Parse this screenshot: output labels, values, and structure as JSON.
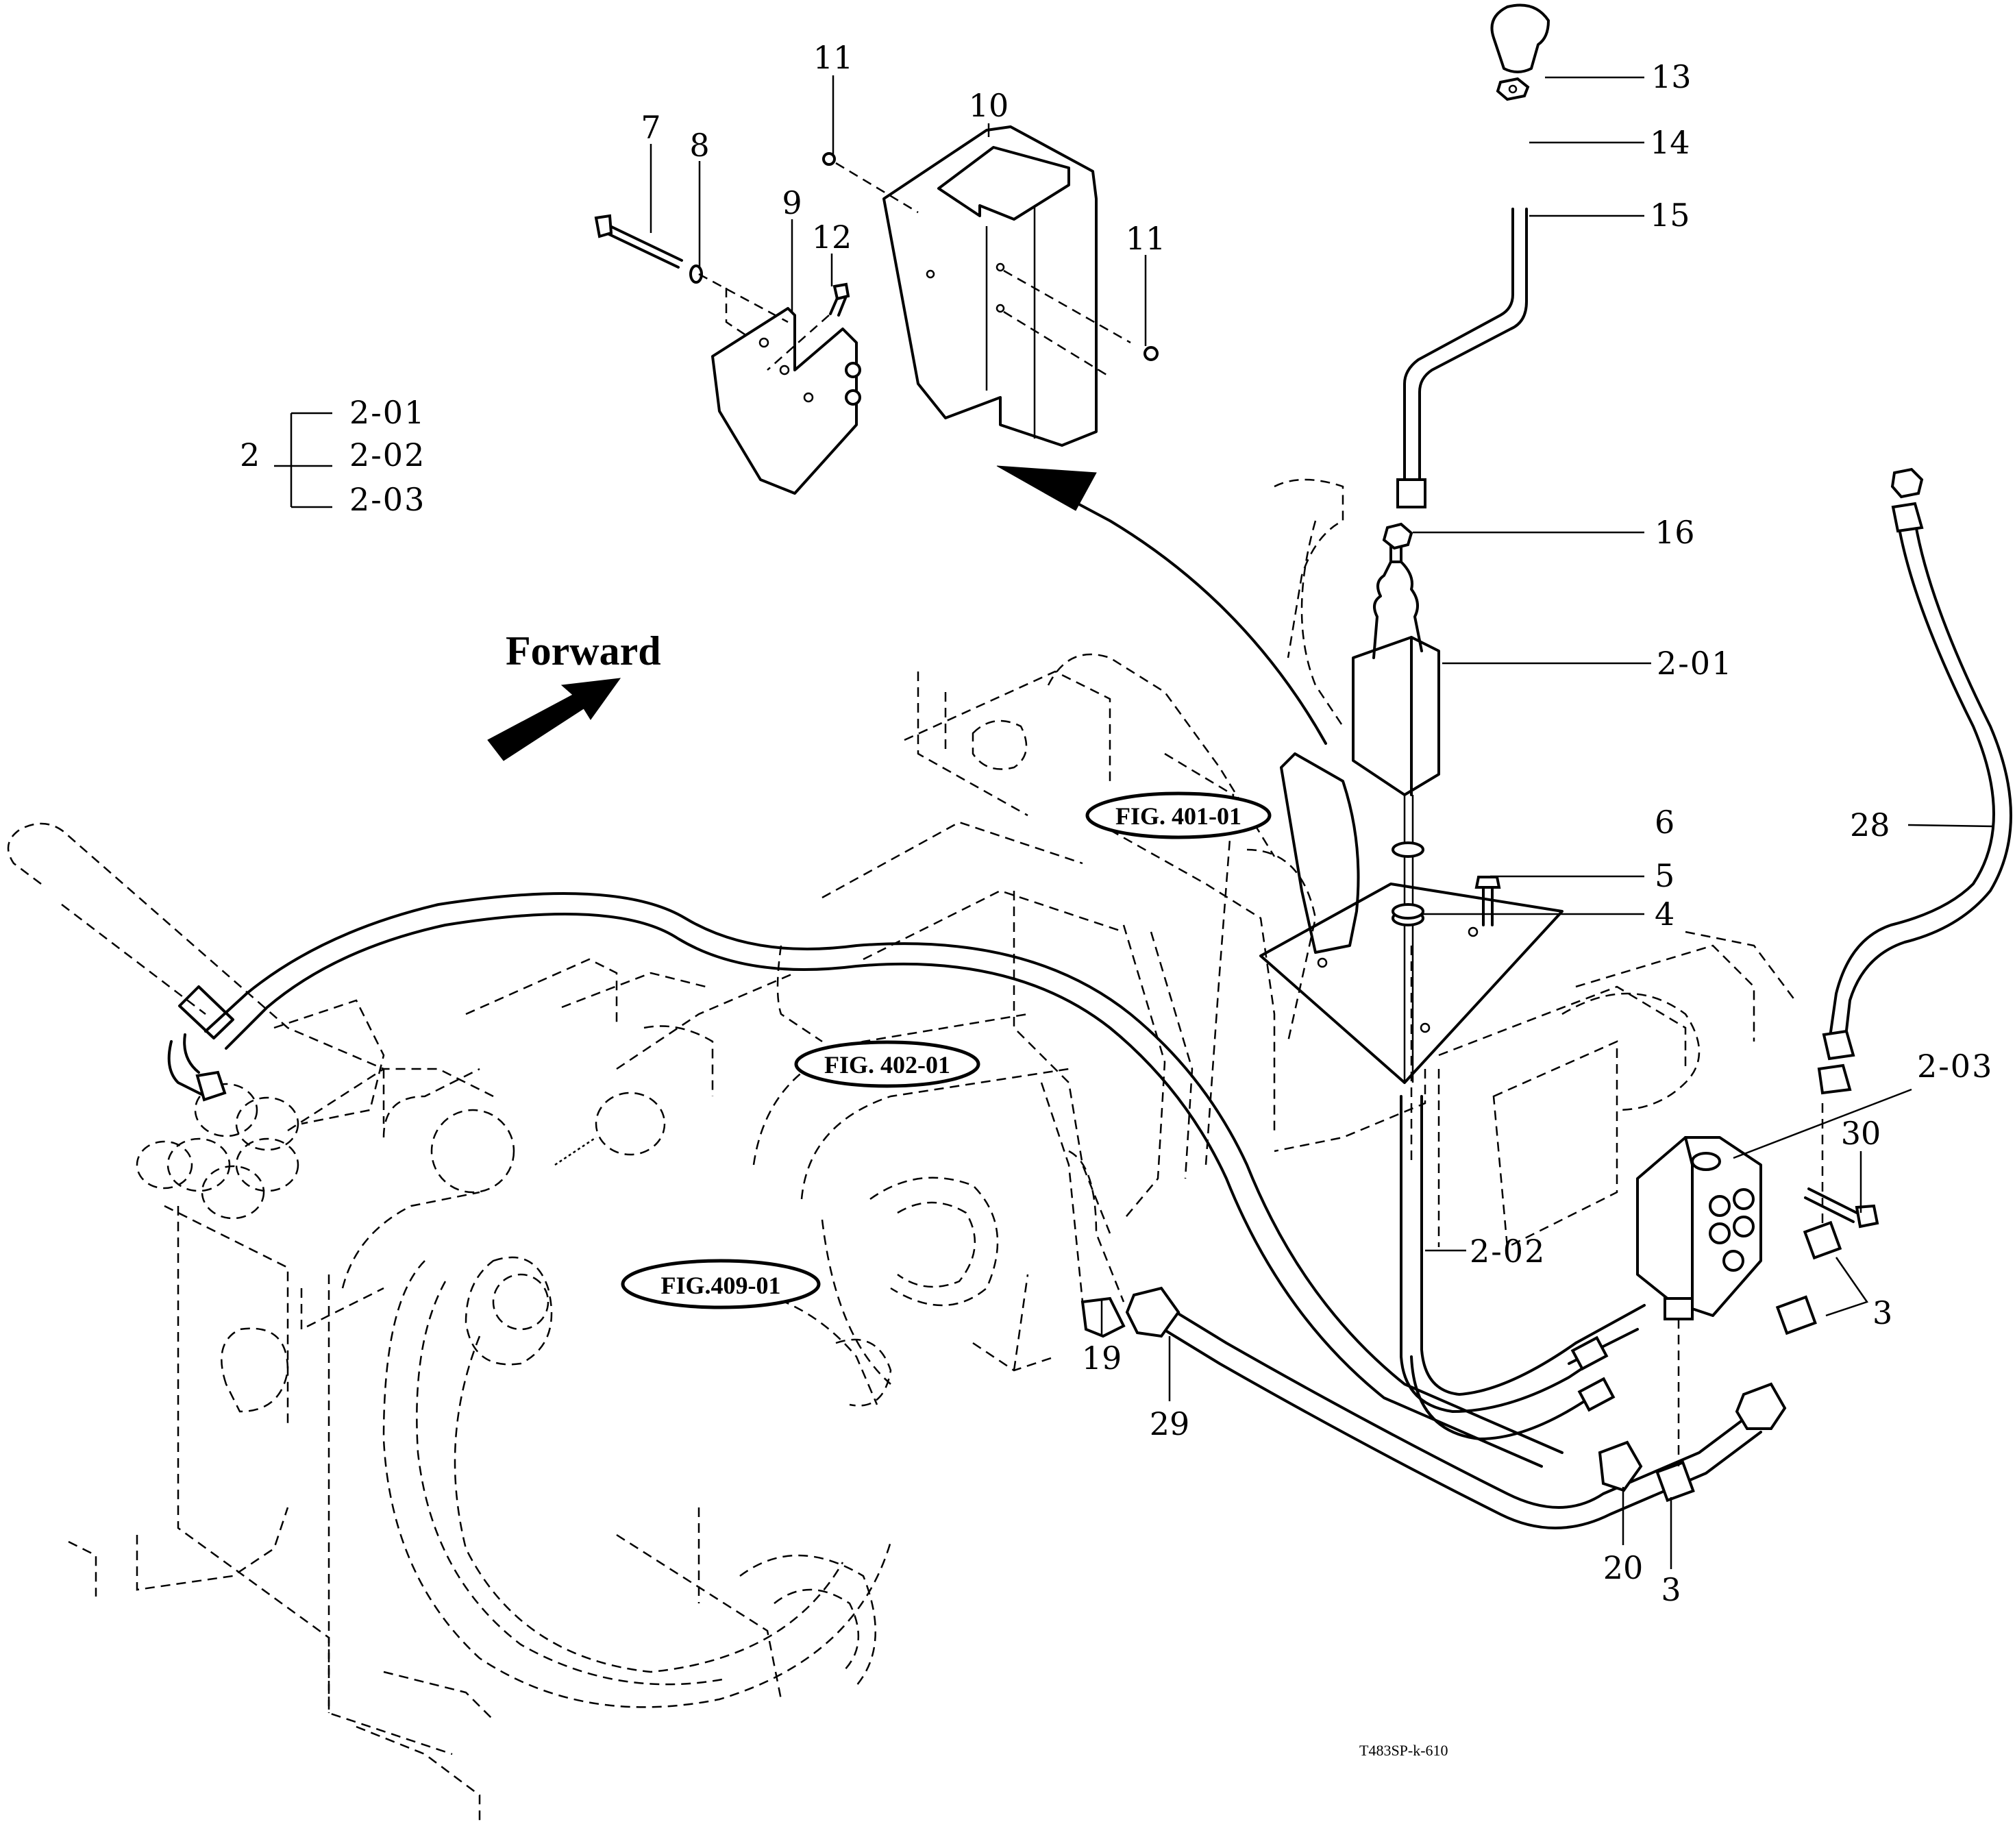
{
  "diagram": {
    "drawing_code": "T483SP-k-610",
    "direction_label": "Forward",
    "fig_references": [
      "FIG. 401-01",
      "FIG. 402-01",
      "FIG.409-01"
    ],
    "assembly_legend": {
      "parent": "2",
      "children": [
        "2-01",
        "2-02",
        "2-03"
      ]
    },
    "callouts": {
      "c11a": "11",
      "c10": "10",
      "c7": "7",
      "c8": "8",
      "c9": "9",
      "c12": "12",
      "c11b": "11",
      "c13": "13",
      "c14": "14",
      "c15": "15",
      "c16": "16",
      "c2_01": "2-01",
      "c6": "6",
      "c5": "5",
      "c4": "4",
      "c28": "28",
      "c2_03": "2-03",
      "c30": "30",
      "c3a": "3",
      "c2_02": "2-02",
      "c19": "19",
      "c29": "29",
      "c20": "20",
      "c3b": "3"
    }
  }
}
